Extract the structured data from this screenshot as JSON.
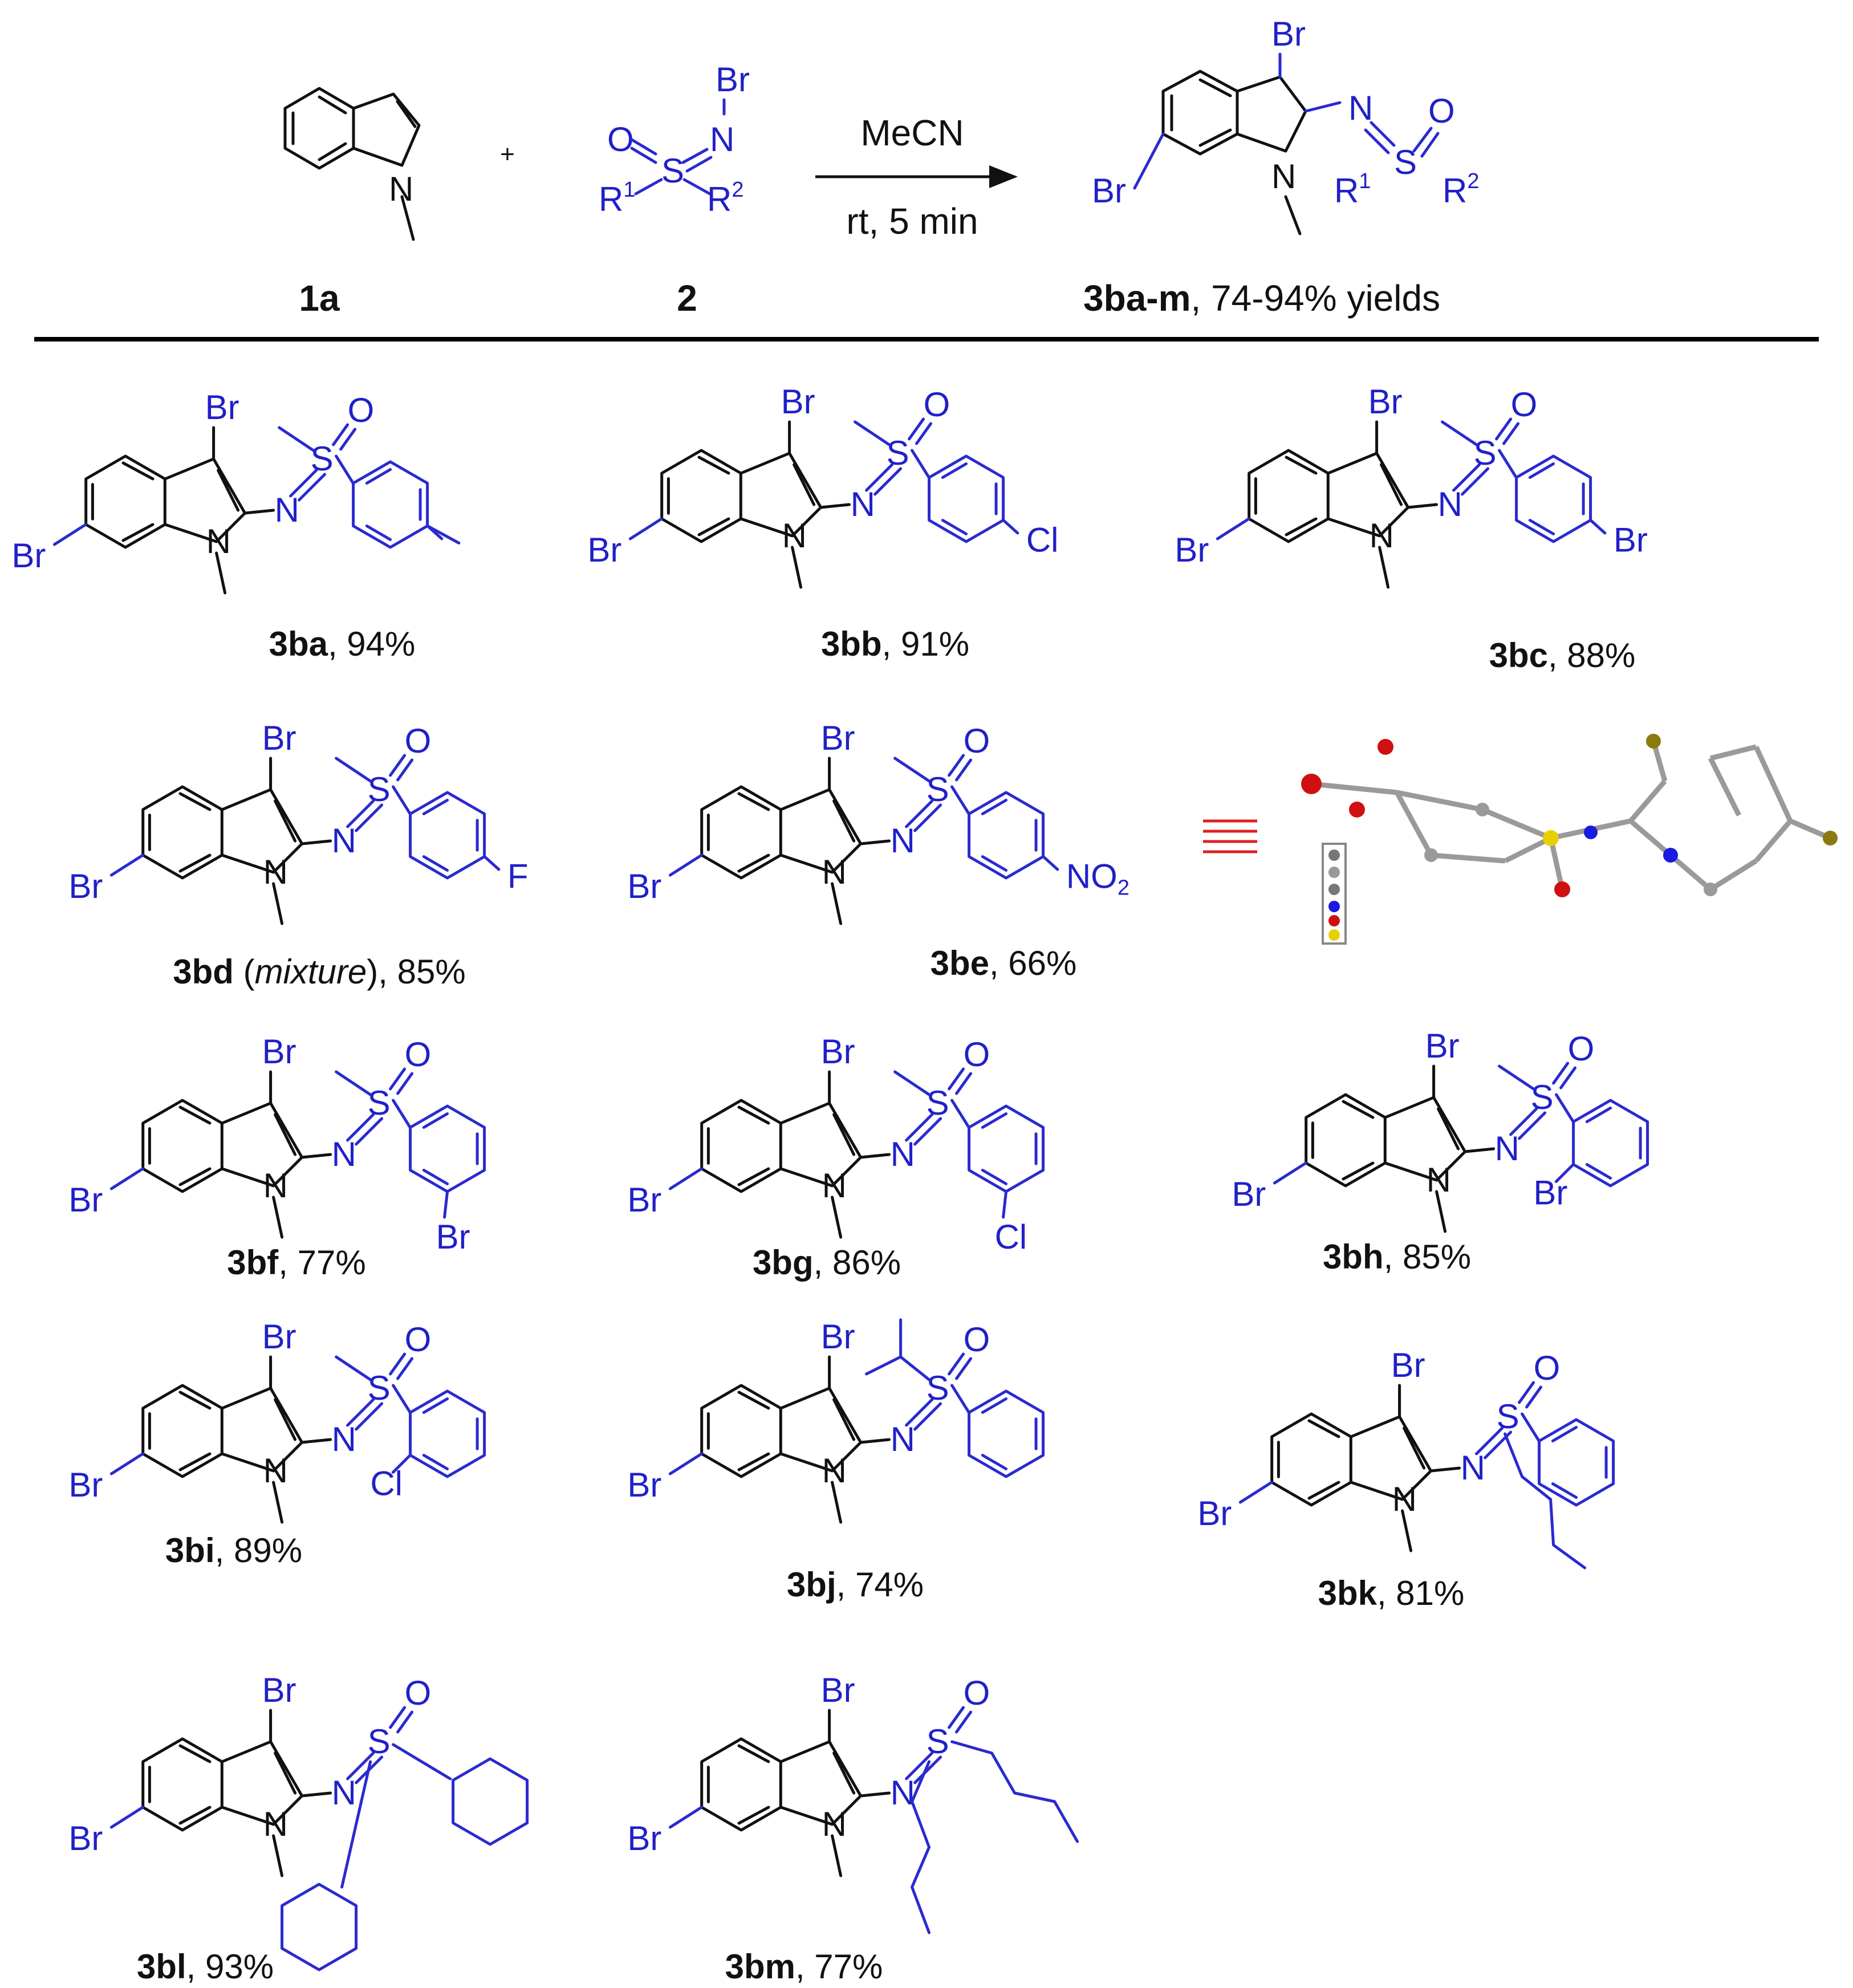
{
  "colors": {
    "black": "#111111",
    "blue": "#2a2ad0",
    "divider": "#000000",
    "crystal_c": "#9a9a9a",
    "crystal_s": "#e8d000",
    "crystal_o": "#d01010",
    "crystal_n": "#1a1ae0",
    "crystal_br": "#8a7a10",
    "equilibrium_marks": "#e02020"
  },
  "reaction": {
    "reagent_1_label": "1a",
    "reagent_2_label": "2",
    "plus": "+",
    "solvent": "MeCN",
    "conditions": "rt, 5 min",
    "product_label_bold": "3ba-m",
    "product_label_rest": ", 74-94% yields",
    "sulfox_atoms": {
      "br": "Br",
      "o": "O",
      "s": "S",
      "n": "N",
      "r1": "R",
      "r1_sup": "1",
      "r2": "R",
      "r2_sup": "2"
    }
  },
  "atoms": {
    "br": "Br",
    "n": "N",
    "o": "O",
    "s": "S",
    "cl": "Cl",
    "f": "F",
    "no2": "NO",
    "no2_sub": "2"
  },
  "compounds": [
    {
      "id": "3ba",
      "rest": ", 94%",
      "aryl_sub": "Me",
      "ring_pos": "para",
      "variant": "methyl-aryl"
    },
    {
      "id": "3bb",
      "rest": ", 91%",
      "aryl_sub": "Cl",
      "ring_pos": "para",
      "variant": "methyl-aryl"
    },
    {
      "id": "3bc",
      "rest": ", 88%",
      "aryl_sub": "Br",
      "ring_pos": "para",
      "variant": "methyl-aryl"
    },
    {
      "id": "3bd",
      "italic": "mixture",
      "rest_a": " (",
      "rest_b": "), 85%",
      "aryl_sub": "F",
      "ring_pos": "para",
      "variant": "methyl-aryl"
    },
    {
      "id": "3be",
      "rest": ", 66%",
      "aryl_sub": "NO2",
      "ring_pos": "para",
      "variant": "methyl-aryl"
    },
    {
      "id": "3bf",
      "rest": ", 77%",
      "aryl_sub": "Br",
      "ring_pos": "meta",
      "variant": "methyl-aryl"
    },
    {
      "id": "3bg",
      "rest": ", 86%",
      "aryl_sub": "Cl",
      "ring_pos": "meta",
      "variant": "methyl-aryl"
    },
    {
      "id": "3bh",
      "rest": ", 85%",
      "aryl_sub": "Br",
      "ring_pos": "ortho",
      "variant": "methyl-aryl"
    },
    {
      "id": "3bi",
      "rest": ", 89%",
      "aryl_sub": "Cl",
      "ring_pos": "ortho",
      "variant": "methyl-aryl"
    },
    {
      "id": "3bj",
      "rest": ", 74%",
      "aryl_sub": "",
      "ring_pos": "none",
      "variant": "isopropyl-phenyl"
    },
    {
      "id": "3bk",
      "rest": ", 81%",
      "aryl_sub": "",
      "ring_pos": "none",
      "variant": "butyl-phenyl"
    },
    {
      "id": "3bl",
      "rest": ", 93%",
      "aryl_sub": "",
      "ring_pos": "none",
      "variant": "diphenyl"
    },
    {
      "id": "3bm",
      "rest": ", 77%",
      "aryl_sub": "",
      "ring_pos": "none",
      "variant": "dibutyl"
    }
  ]
}
